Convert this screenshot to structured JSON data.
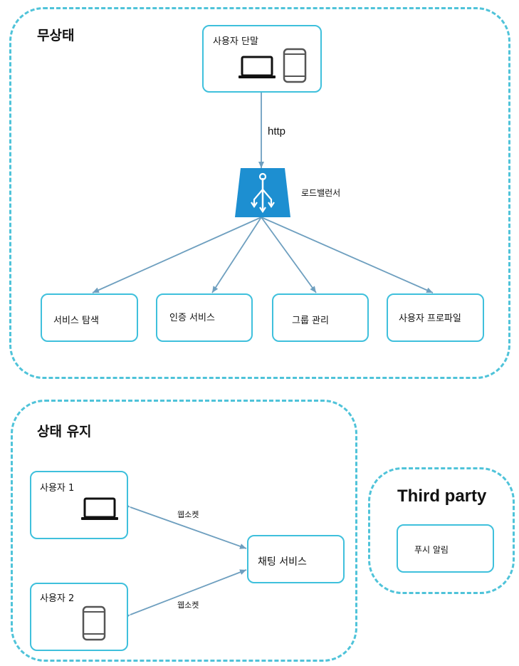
{
  "groups": {
    "stateless": {
      "title": "무상태"
    },
    "stateful": {
      "title": "상태 유지"
    },
    "third_party": {
      "title": "Third party"
    }
  },
  "nodes": {
    "user_device": "사용자 단말",
    "load_balancer": "로드밸런서",
    "service_discovery": "서비스 탐색",
    "auth_service": "인증 서비스",
    "group_management": "그룹 관리",
    "user_profile": "사용자 프로파일",
    "user1": "사용자 1",
    "user2": "사용자 2",
    "chat_service": "채팅 서비스",
    "push_notification": "푸시 알림"
  },
  "edges": {
    "http": "http",
    "websocket_1": "웹소켓",
    "websocket_2": "웹소켓"
  },
  "colors": {
    "group_border": "#4fc3d9",
    "box_border": "#3fc0dc",
    "arrow": "#6e9fbf",
    "load_balancer_fill": "#1d8fd1"
  }
}
